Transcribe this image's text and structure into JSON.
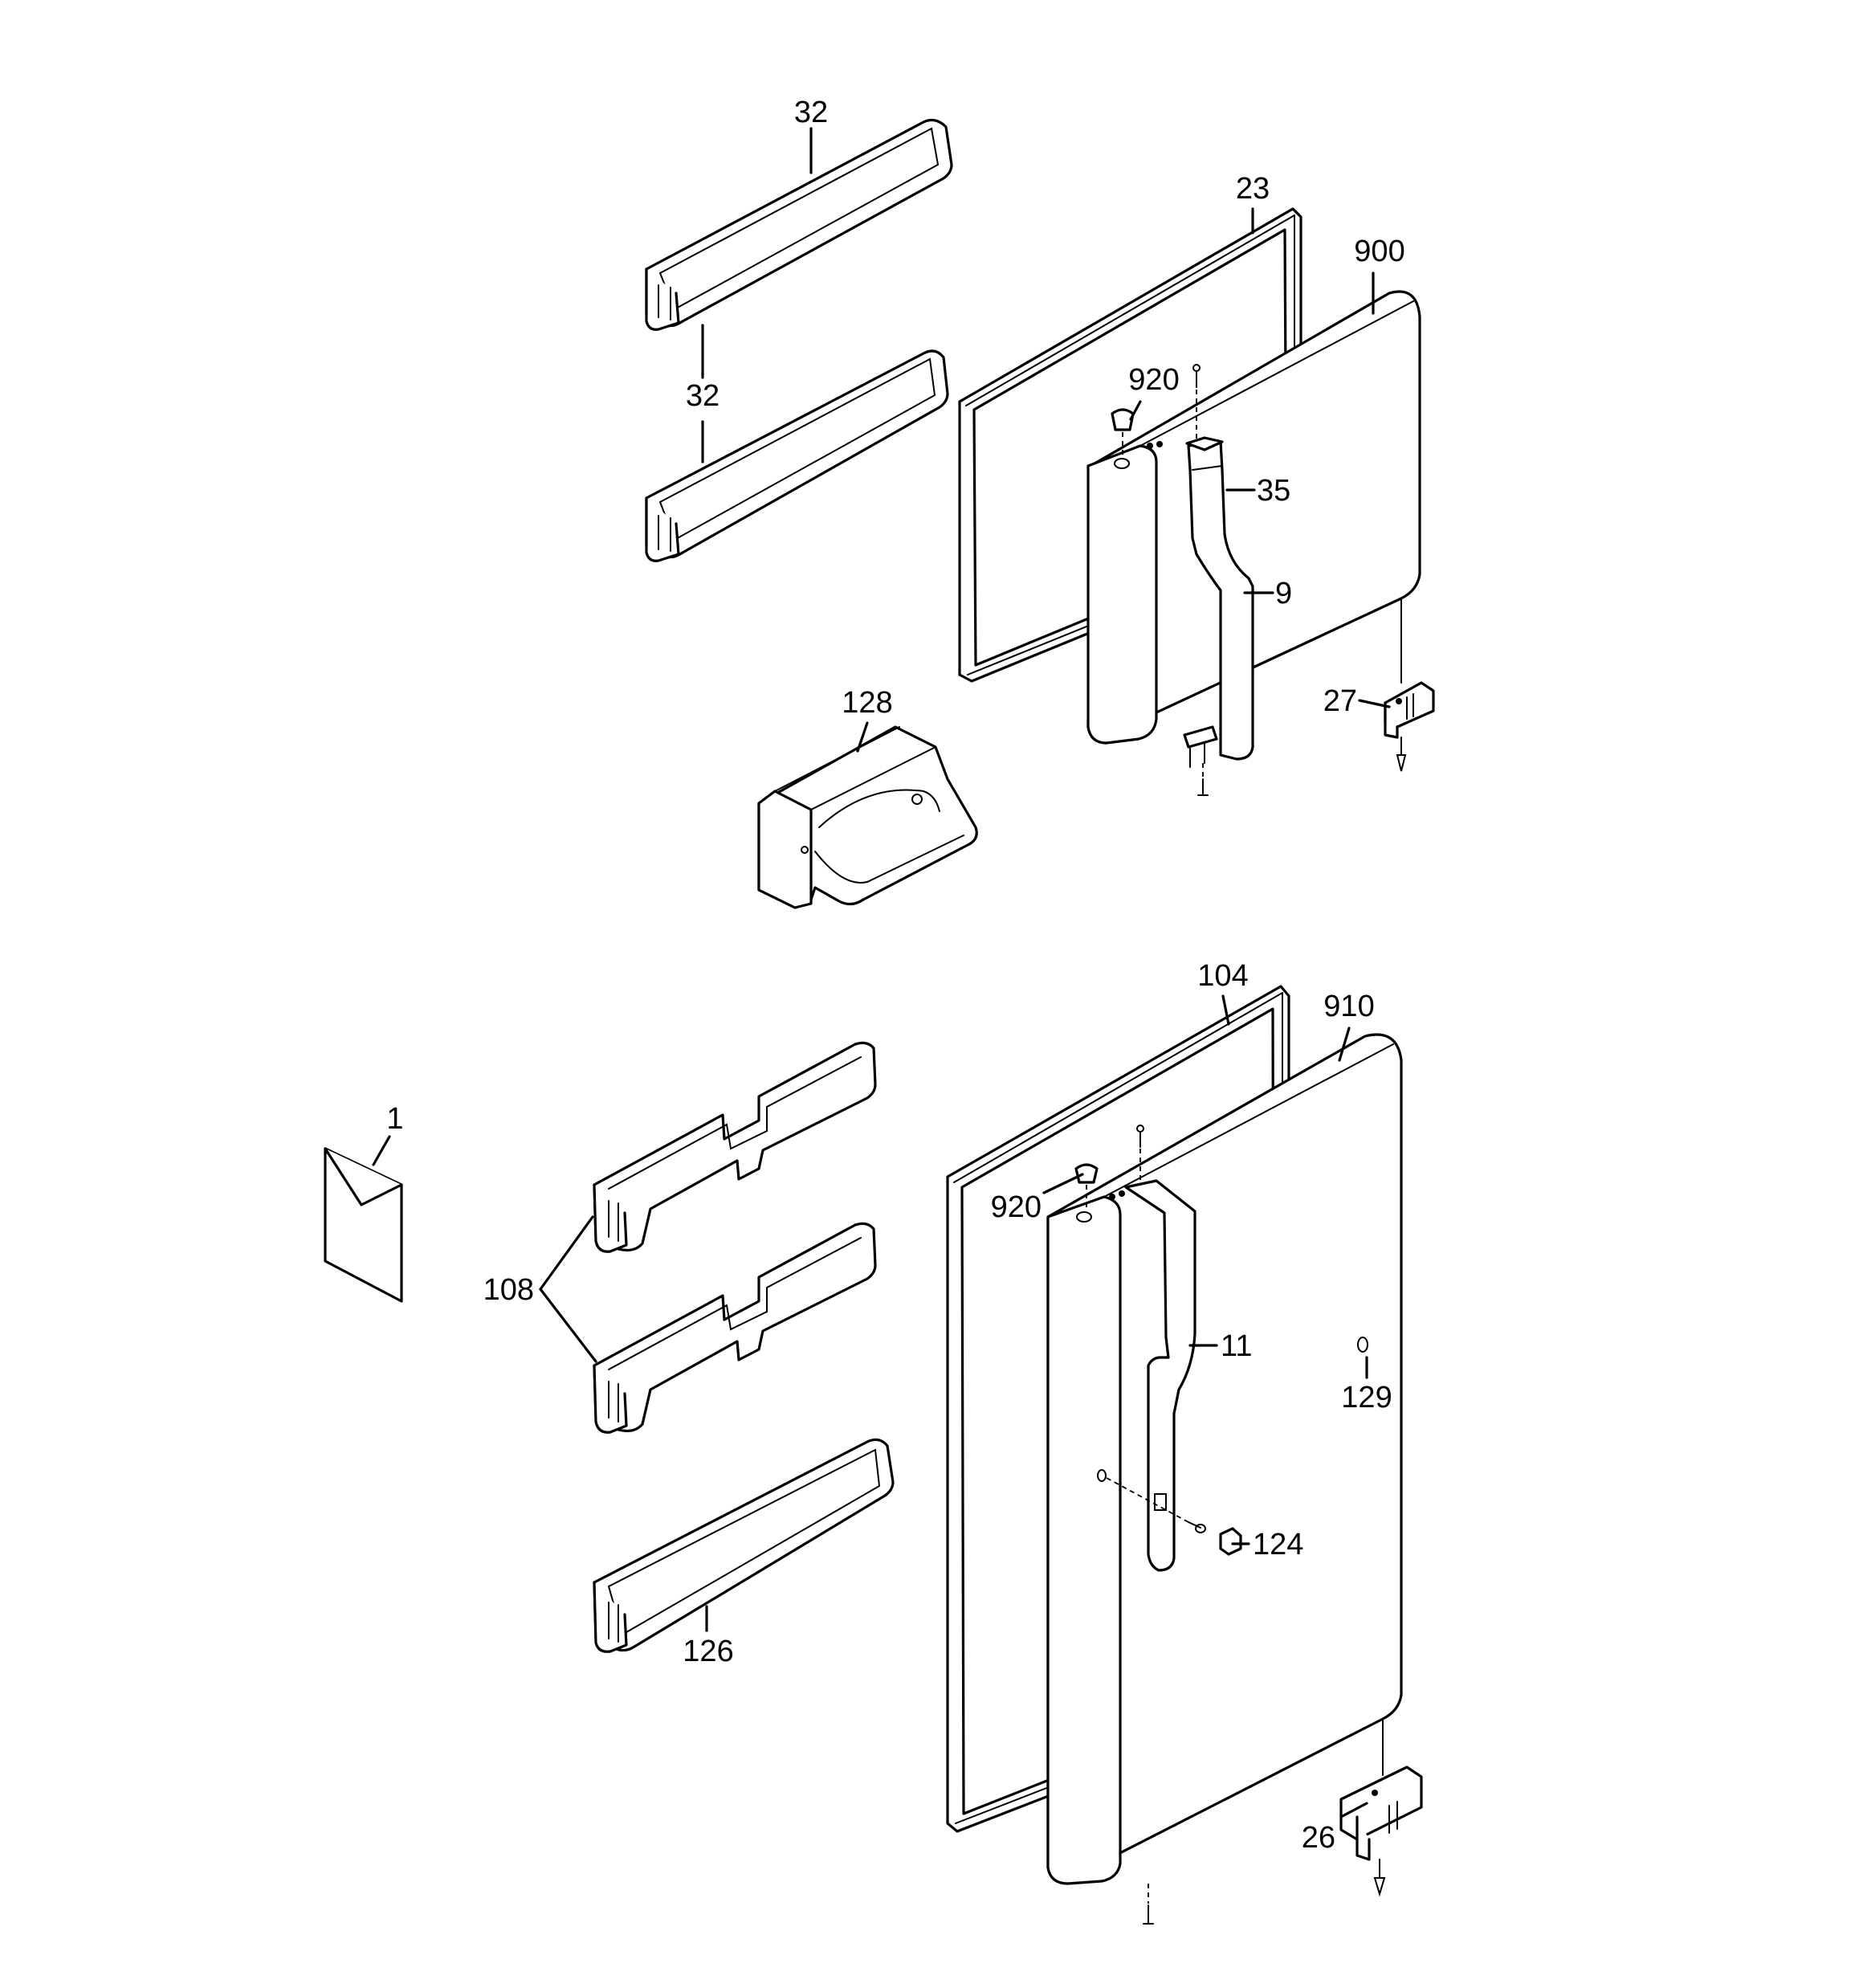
{
  "callouts": {
    "c32a": "32",
    "c32b": "32",
    "c23": "23",
    "c900": "900",
    "c920a": "920",
    "c35": "35",
    "c9": "9",
    "c27": "27",
    "c128": "128",
    "c104": "104",
    "c910": "910",
    "c1": "1",
    "c920b": "920",
    "c108": "108",
    "c11": "11",
    "c129": "129",
    "c124": "124",
    "c126": "126",
    "c26": "26"
  },
  "icons": {
    "literature": "envelope-icon"
  }
}
